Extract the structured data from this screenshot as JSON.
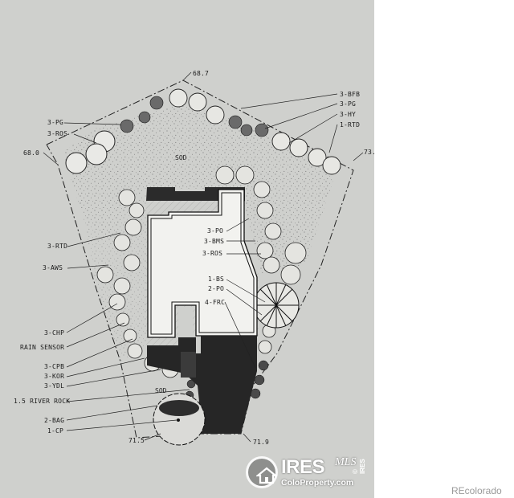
{
  "labels": {
    "elev_top": "68.7",
    "elev_left": "68.0",
    "elev_right": "73.",
    "elev_bottom_left": "71.5",
    "elev_bottom_right": "71.9",
    "bfb": "3-BFB",
    "pg_right": "3-PG",
    "hy": "3-HY",
    "rtd_right": "1-RTD",
    "pg_left": "3-PG",
    "ros_left": "3-ROS",
    "rtd_left": "3-RTD",
    "aws": "3-AWS",
    "po1": "3-PO",
    "bms": "3-BMS",
    "ros_mid": "3-ROS",
    "bs": "1-BS",
    "po2": "2-PO",
    "frc": "4-FRC",
    "chp": "3-CHP",
    "rain": "RAIN SENSOR",
    "cpb": "3-CPB",
    "kor": "3-KOR",
    "ydl": "3-YDL",
    "river": "1.5 RIVER ROCK",
    "bag": "2-BAG",
    "cp": "1-CP",
    "sod_top": "SOD",
    "sod_bottom": "SOD"
  },
  "watermark": {
    "brand": "IRES",
    "mls": "MLS",
    "site": "ColoProperty.com",
    "vertical": "© IRES"
  },
  "credit": "REcolorado"
}
